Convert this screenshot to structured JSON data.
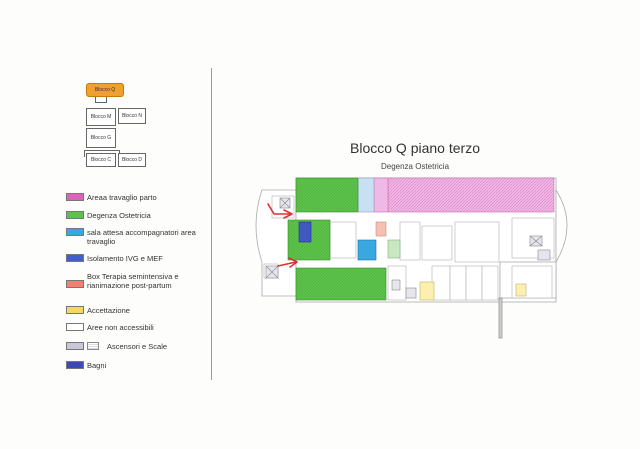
{
  "keymap": {
    "highlight": "Blocco Q",
    "blocks": [
      "Blocco M",
      "Blocco N",
      "Blocco G",
      "Blocco C",
      "Blocco D"
    ]
  },
  "legend": [
    {
      "label": "Areaa travaglio parto",
      "color": "#e060c0"
    },
    {
      "label": "Degenza  Ostetricia",
      "color": "#5cc24a"
    },
    {
      "label": "sala attesa accompagnatori area travaglio",
      "color": "#3aa8e0"
    },
    {
      "label": "Isolamento IVG e MEF",
      "color": "#4060c8"
    },
    {
      "label": "Box Terapia semintensiva e\nrianimazione post-partum",
      "color": "#f08070"
    },
    {
      "label": "Accettazione",
      "color": "#f5d860"
    },
    {
      "label": "Aree non accessibili",
      "color": "#ffffff"
    },
    {
      "label": "Ascensori e Scale",
      "color": "#c8c8d8"
    },
    {
      "label": "Bagni",
      "color": "#3c48c0"
    }
  ],
  "map": {
    "title": "Blocco Q piano terzo",
    "subtitle": "Degenza Ostetricia",
    "arrow_color": "#e03030"
  }
}
